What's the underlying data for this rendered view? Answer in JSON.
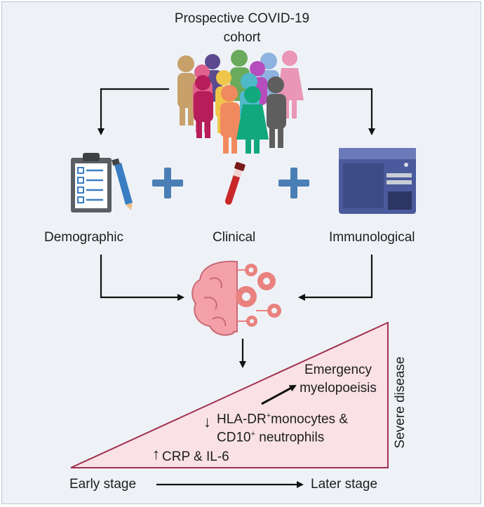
{
  "title": {
    "line1": "Prospective COVID-19",
    "line2": "cohort"
  },
  "categories": {
    "demographic": "Demographic",
    "clinical": "Clinical",
    "immunological": "Immunological"
  },
  "triangle": {
    "apex_label": "Severe disease",
    "emergency_line1": "Emergency",
    "emergency_line2": "myelopoeisis",
    "hla_line1": "HLA-DR",
    "hla_sup": "+",
    "hla_line1_rest": "monocytes &",
    "cd10": "CD10",
    "cd10_sup": "+",
    "cd10_rest": " neutrophils",
    "crp": "CRP & IL-6",
    "up_arrow": "↑",
    "down_arrow": "↓"
  },
  "timeline": {
    "start": "Early stage",
    "end": "Later stage"
  },
  "colors": {
    "background": "#eef2f6",
    "triangle_fill": "#f9e1e6",
    "triangle_stroke": "#a0304e",
    "plus": "#4a7fb5",
    "arrow": "#111111"
  },
  "icons": [
    "people-group-icon",
    "clipboard-checklist-icon",
    "pencil-icon",
    "blood-tube-icon",
    "flow-cytometer-icon",
    "brain-gears-icon"
  ]
}
